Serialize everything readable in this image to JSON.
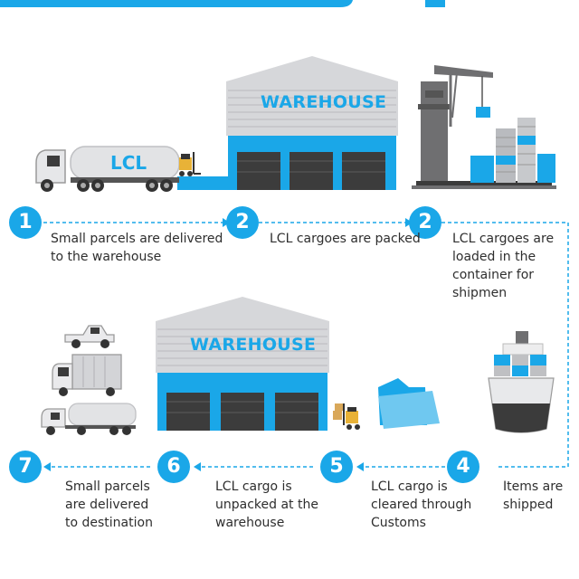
{
  "colors": {
    "accent": "#1aa7e8",
    "building_roof": "#d9dadc",
    "building_wall": "#c8c9cc",
    "door_dark": "#3b3b3b",
    "text": "#2e2e2e"
  },
  "warehouse_top": {
    "label": "WAREHOUSE"
  },
  "warehouse_bottom": {
    "label": "WAREHOUSE"
  },
  "tanker": {
    "label": "LCL"
  },
  "steps_top": [
    {
      "number": "1",
      "lines": [
        "Small parcels are delivered",
        "to the warehouse"
      ]
    },
    {
      "number": "2",
      "lines": [
        "LCL cargoes are packed"
      ]
    },
    {
      "number": "2",
      "lines": [
        "LCL cargoes are",
        "loaded in the",
        "container for",
        "shipmen"
      ]
    }
  ],
  "steps_bottom": [
    {
      "number": "7",
      "lines": [
        "Small parcels",
        "are delivered",
        "to destination"
      ]
    },
    {
      "number": "6",
      "lines": [
        "LCL cargo is",
        "unpacked at the",
        "warehouse"
      ]
    },
    {
      "number": "5",
      "lines": [
        "LCL cargo is",
        "cleared through",
        "Customs"
      ]
    },
    {
      "number": "4",
      "lines": [
        "Items are",
        "shipped"
      ]
    }
  ],
  "icons": [
    "tanker-truck-icon",
    "forklift-icon",
    "warehouse-icon",
    "port-crane-icon",
    "container-stack-icon",
    "pickup-truck-icon",
    "box-truck-icon",
    "cargo-ship-icon",
    "folder-icon"
  ]
}
